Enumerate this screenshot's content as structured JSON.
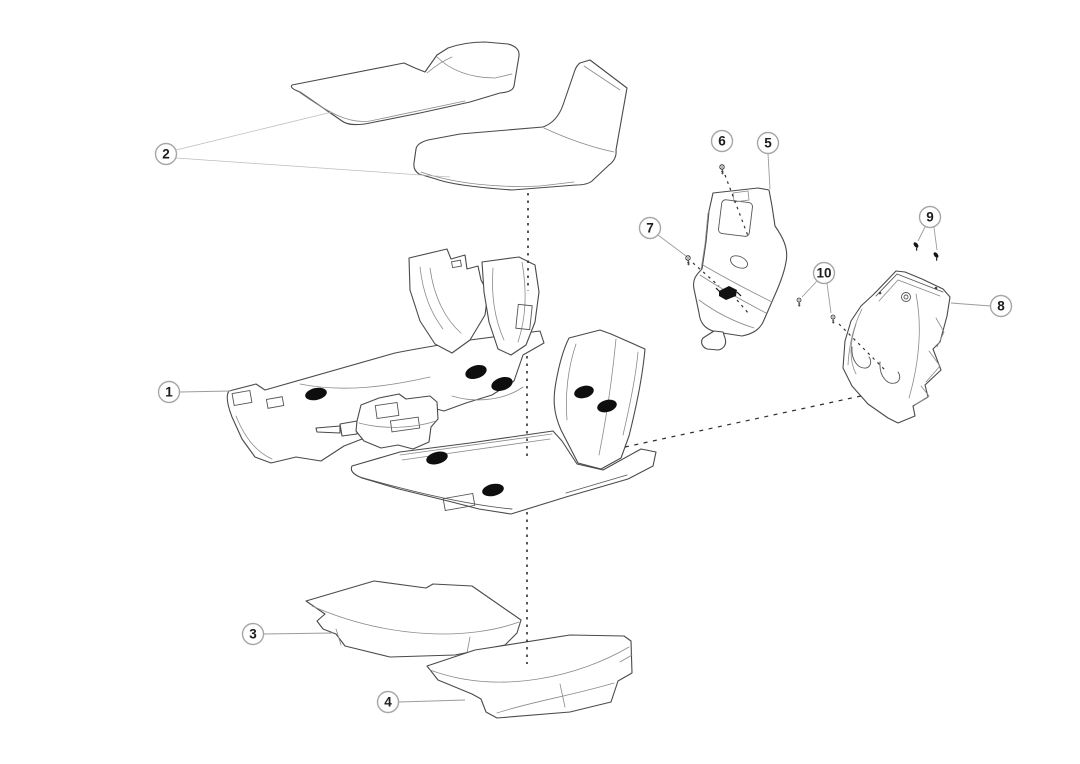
{
  "diagram": {
    "type": "exploded-parts-diagram",
    "subject": "vehicle floor carpet, floor mats, underlay pads and lower trim panels",
    "background_color": "#ffffff",
    "line_color": "#4a4a4a",
    "detail_line_color": "#8a8a8a",
    "dash_line_color": "#222222",
    "callout_style": {
      "circle_fill": "#ffffff",
      "circle_stroke": "#a6a6a6",
      "number_color": "#1c1c1c"
    },
    "callouts": [
      {
        "number": "1",
        "part": "main-floor-carpet"
      },
      {
        "number": "2",
        "part": "floor-mats-pair"
      },
      {
        "number": "3",
        "part": "front-underlay-pad"
      },
      {
        "number": "4",
        "part": "rear-underlay-pad"
      },
      {
        "number": "5",
        "part": "b-pillar-lower-trim-panel"
      },
      {
        "number": "6",
        "part": "trim-screw-upper"
      },
      {
        "number": "7",
        "part": "trim-screw-side-with-clip"
      },
      {
        "number": "8",
        "part": "rear-quarter-trim-panel"
      },
      {
        "number": "9",
        "part": "push-pin-fasteners"
      },
      {
        "number": "10",
        "part": "trim-screws-lower"
      }
    ],
    "parts": [
      "floor-mat-left",
      "floor-mat-right",
      "main-floor-carpet",
      "front-underlay-pad",
      "rear-underlay-pad",
      "b-pillar-lower-trim-panel",
      "rear-quarter-trim-panel"
    ]
  }
}
